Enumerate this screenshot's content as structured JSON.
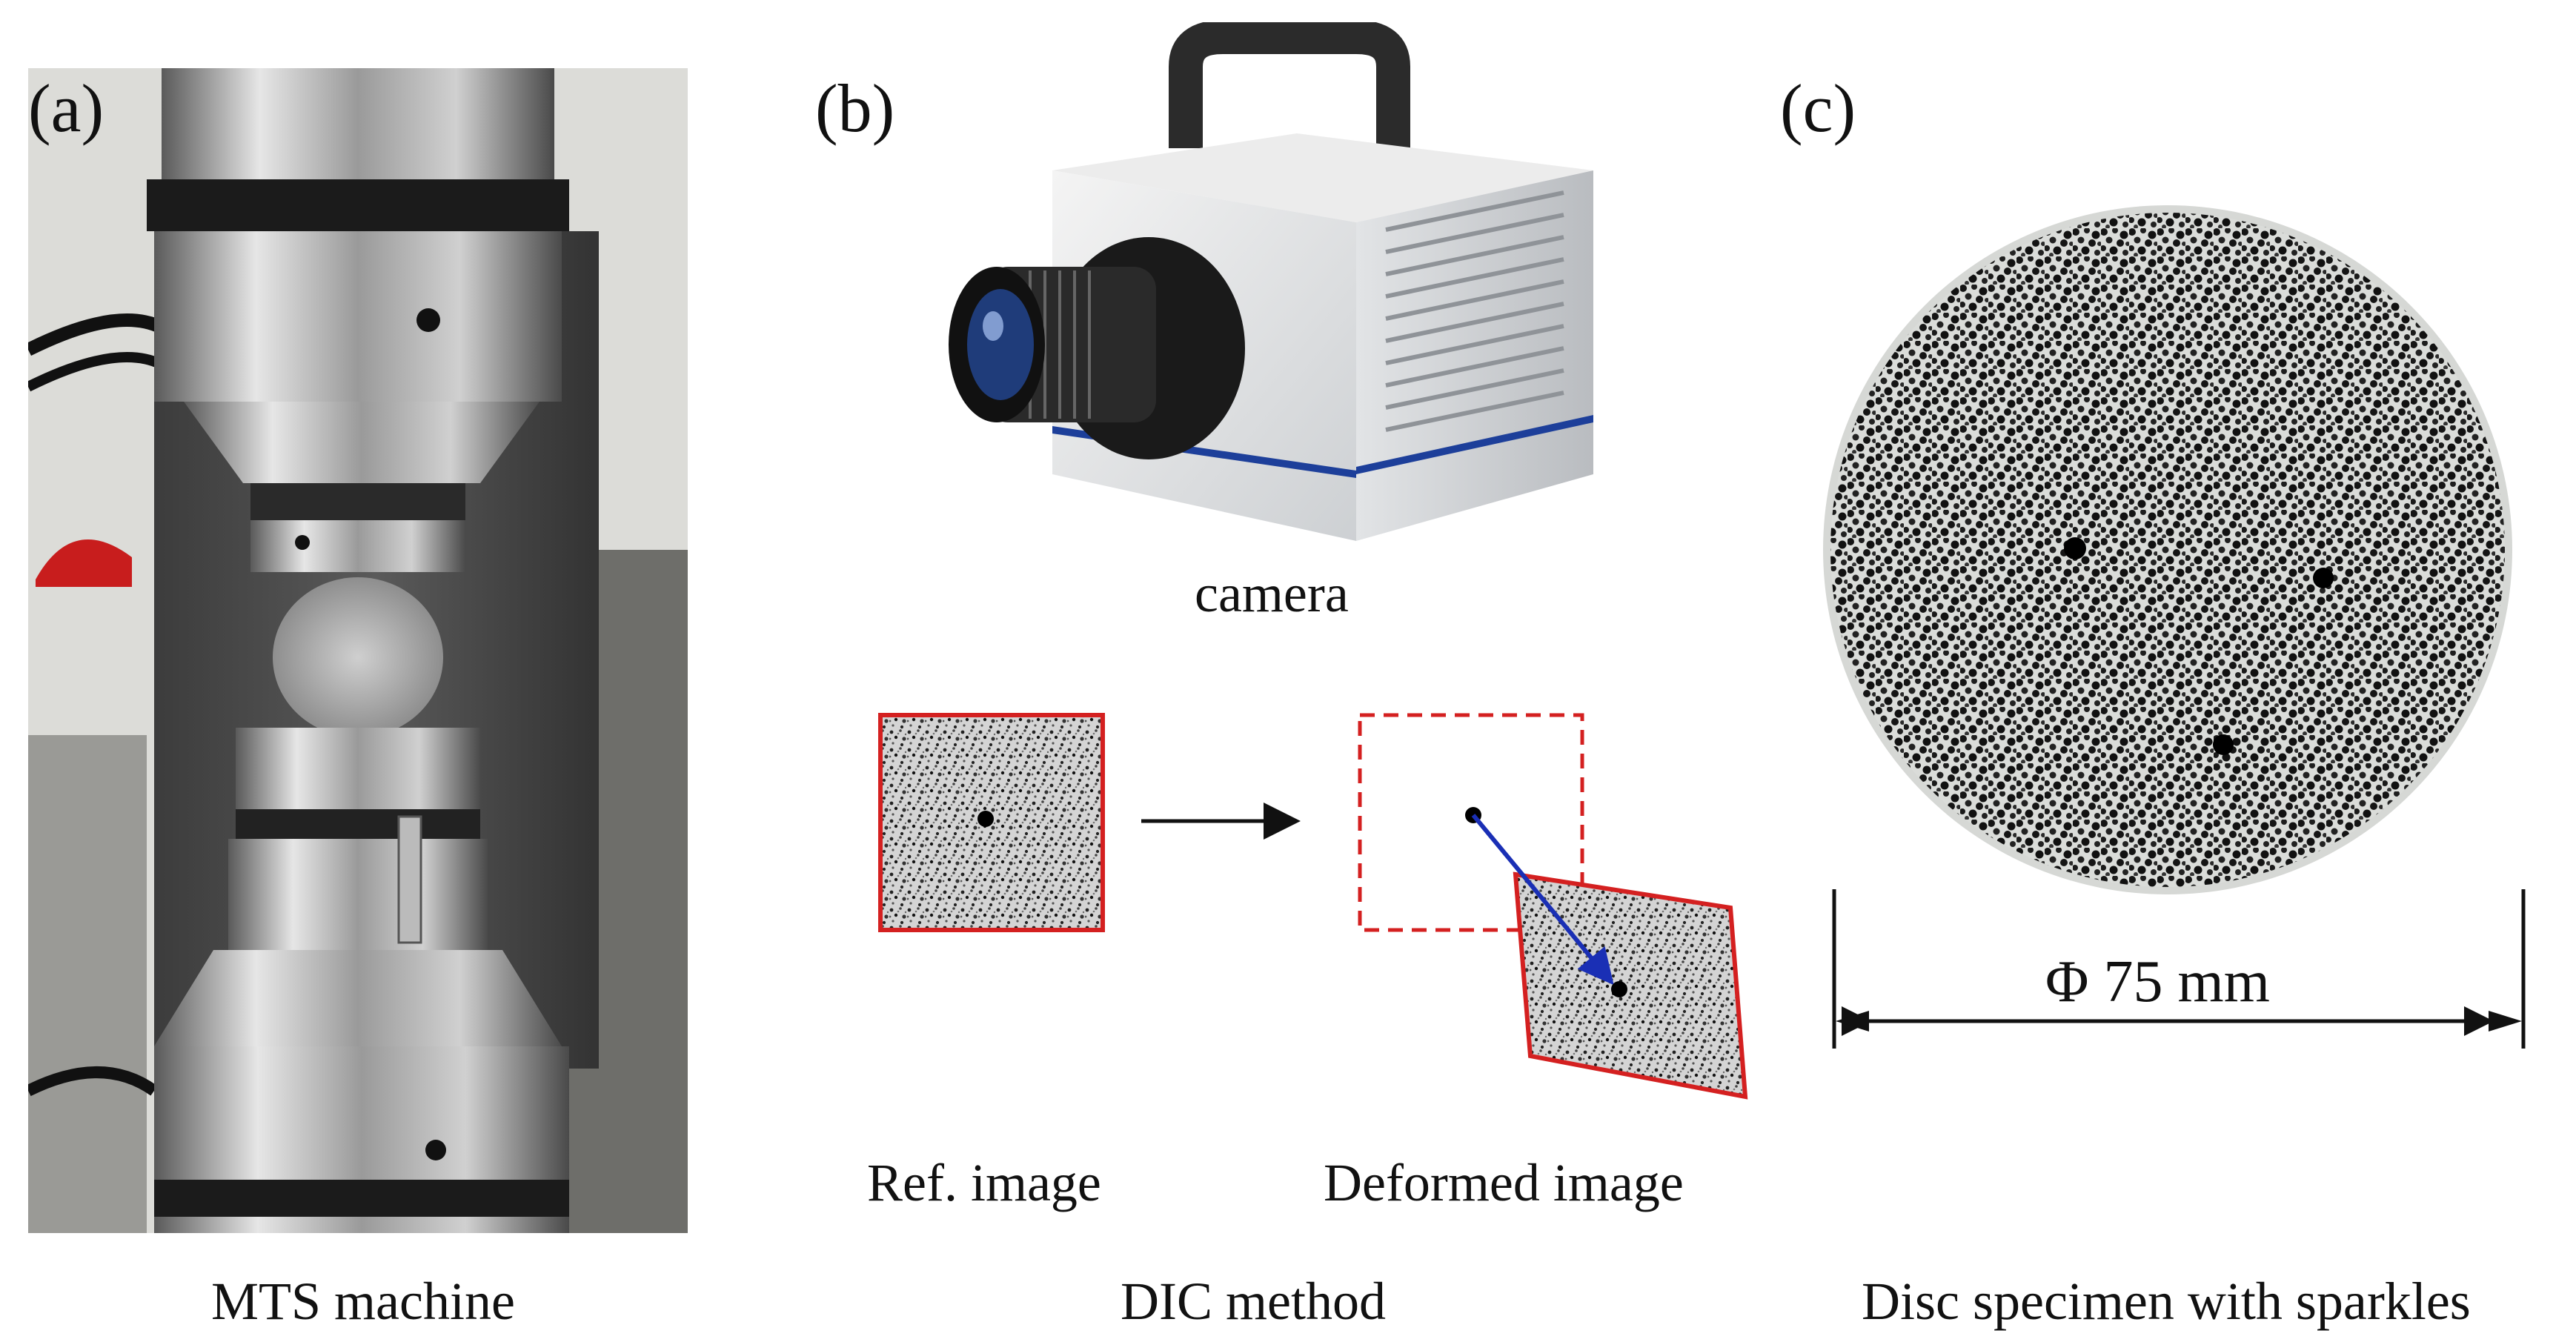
{
  "panels": {
    "a": {
      "letter": "(a)",
      "caption": "MTS machine"
    },
    "b": {
      "letter": "(b)",
      "camera_caption": "camera",
      "ref_caption": "Ref. image",
      "deformed_caption": "Deformed image",
      "caption": "DIC method"
    },
    "c": {
      "letter": "(c)",
      "diameter_label": "Φ 75 mm",
      "caption": "Disc specimen with sparkles"
    }
  },
  "colors": {
    "frame_red": "#d42020",
    "arrow_blue": "#1a2fb5",
    "speckle_bg": "#cfcfcf",
    "disc_bg": "#d9dbd8"
  }
}
